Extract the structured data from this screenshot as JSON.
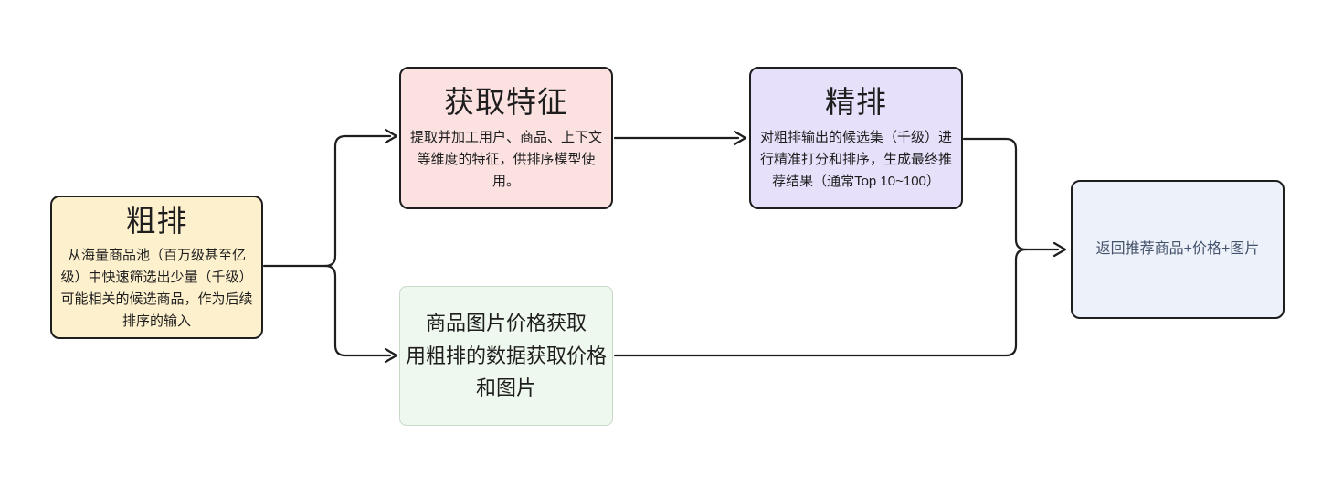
{
  "nodes": {
    "coarse": {
      "title": "粗排",
      "body": "从海量商品池（百万级甚至亿级）中快速筛选出少量（千级）可能相关的候选商品，作为后续排序的输入",
      "fill": "#fdf0cd"
    },
    "features": {
      "title": "获取特征",
      "body": "提取并加工用户、商品、上下文等维度的特征，供排序模型使用。",
      "fill": "#fce1e1"
    },
    "fine": {
      "title": "精排",
      "body": "对粗排输出的候选集（千级）进行精准打分和排序，生成最终推荐结果（通常Top 10~100）",
      "fill": "#e6e0fa"
    },
    "imageprice": {
      "line1": "商品图片价格获取",
      "line2": "用粗排的数据获取价格和图片",
      "fill": "#eff8ee",
      "border": "#c9d9c9"
    },
    "result": {
      "label": "返回推荐商品+价格+图片",
      "fill": "#ecf1fa",
      "text_color": "#44536b"
    }
  },
  "edges": [
    {
      "from": "粗排",
      "to": "获取特征"
    },
    {
      "from": "粗排",
      "to": "商品图片价格获取"
    },
    {
      "from": "获取特征",
      "to": "精排"
    },
    {
      "from": "精排",
      "to": "返回推荐商品+价格+图片"
    },
    {
      "from": "商品图片价格获取",
      "to": "返回推荐商品+价格+图片"
    }
  ],
  "colors": {
    "background": "#ffffff",
    "stroke": "#1e1e1e",
    "text": "#1e1e1e"
  }
}
